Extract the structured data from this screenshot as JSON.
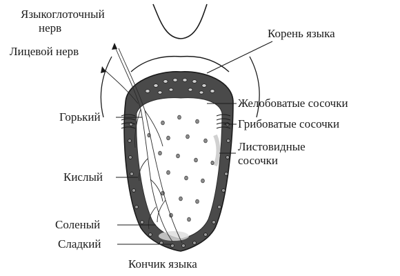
{
  "diagram": {
    "labels": {
      "glossopharyngeal_1": "Языкоглоточный",
      "glossopharyngeal_2": "нерв",
      "facial_nerve": "Лицевой нерв",
      "root": "Корень языка",
      "bitter": "Горький",
      "sour": "Кислый",
      "salty": "Соленый",
      "sweet": "Сладкий",
      "tip": "Кончик языка",
      "circumvallate": "Желобоватые сосочки",
      "fungiform": "Грибоватые сосочки",
      "foliate_1": "Листовидные",
      "foliate_2": "сосочки"
    },
    "colors": {
      "ink": "#1a1a1a",
      "rim": "#4a4a4a",
      "rim_dark": "#2a2a2a",
      "papilla_fill": "#888888",
      "interior": "#ffffff"
    }
  }
}
